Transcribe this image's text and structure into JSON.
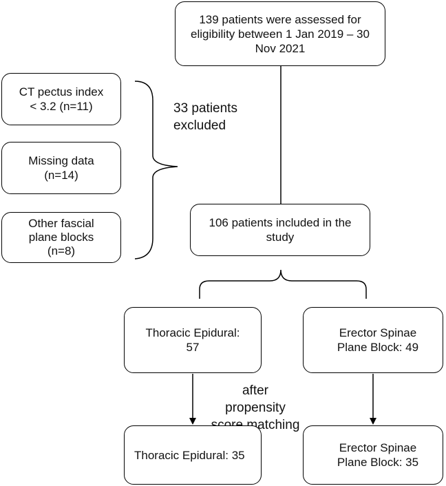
{
  "boxes": {
    "assessed": "139 patients were assessed for eligibility between 1 Jan 2019 – 30 Nov 2021",
    "ct_index": "CT pectus index < 3.2 (n=11)",
    "missing": "Missing data (n=14)",
    "other_blocks": "Other fascial plane blocks (n=8)",
    "included": "106 patients included in the study",
    "thoracic_before": "Thoracic Epidural: 57",
    "erector_before": "Erector Spinae Plane Block: 49",
    "thoracic_after": "Thoracic Epidural: 35",
    "erector_after": "Erector Spinae Plane Block: 35"
  },
  "labels": {
    "excluded": "33 patients excluded",
    "matching": "after propensity score matching"
  }
}
